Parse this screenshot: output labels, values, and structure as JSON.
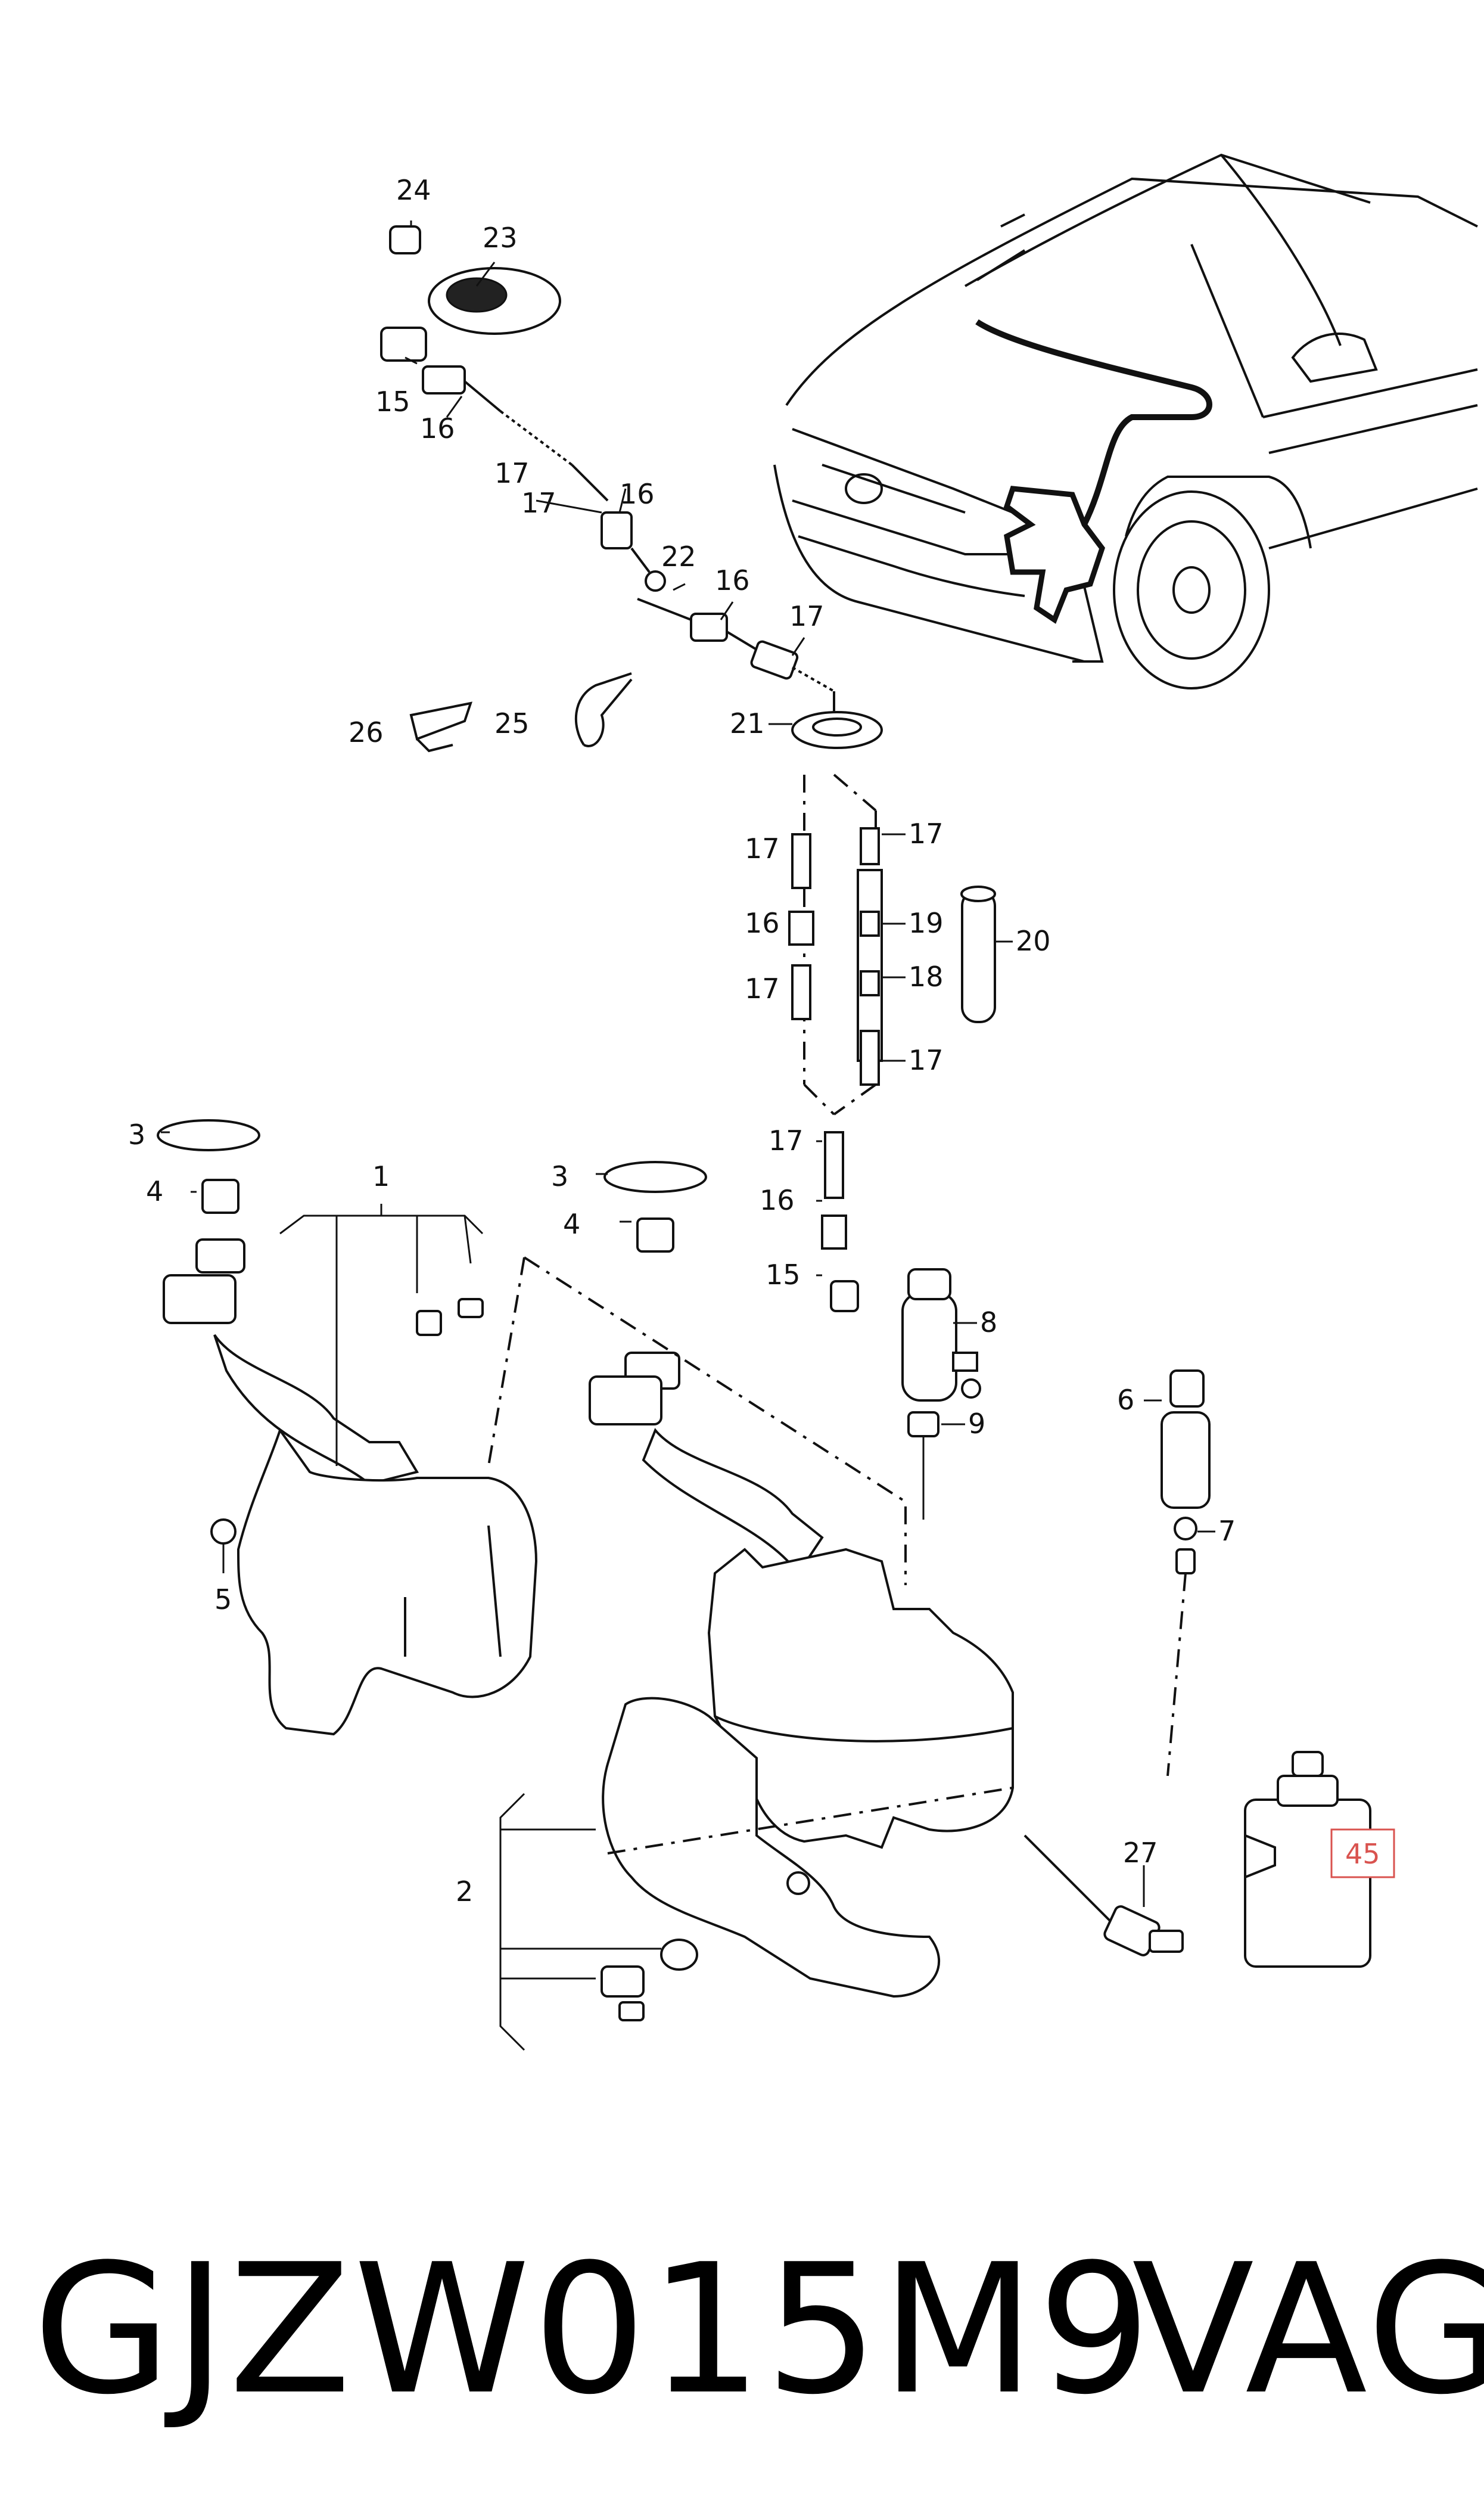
{
  "callouts": {
    "c1": "1",
    "c2": "2",
    "c3a": "3",
    "c3b": "3",
    "c4a": "4",
    "c4b": "4",
    "c5": "5",
    "c6": "6",
    "c7": "7",
    "c8": "8",
    "c9": "9",
    "c15a": "15",
    "c15b": "15",
    "c16a": "16",
    "c16b": "16",
    "c16c": "16",
    "c16d": "16",
    "c16e": "16",
    "c17a": "17",
    "c17b": "17",
    "c17c": "17",
    "c17d": "17",
    "c17e": "17",
    "c17f": "17",
    "c17g": "17",
    "c18": "18",
    "c19": "19",
    "c20": "20",
    "c21": "21",
    "c22": "22",
    "c23": "23",
    "c24": "24",
    "c25": "25",
    "c26": "26",
    "c27": "27",
    "c45": "45"
  },
  "footer": {
    "part_number": "GJZW015M9",
    "brand": "VAG"
  },
  "colors": {
    "line": "#111111",
    "highlight": "#d9534f"
  }
}
